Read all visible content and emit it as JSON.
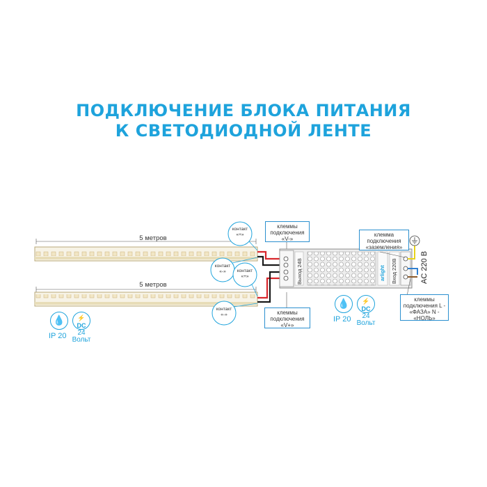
{
  "title": {
    "line1": "ПОДКЛЮЧЕНИЕ БЛОКА ПИТАНИЯ",
    "line2": "К СВЕТОДИОДНОЙ ЛЕНТЕ"
  },
  "strips": {
    "top_length": "5 метров",
    "bottom_length": "5 метров"
  },
  "contacts": {
    "c1_line1": "контакт",
    "c1_line2": "«+»",
    "c2_line1": "контакт",
    "c2_line2": "«-»",
    "c3_line1": "контакт",
    "c3_line2": "«+»",
    "c4_line1": "контакт",
    "c4_line2": "«-»"
  },
  "terminals": {
    "v_minus": "клеммы подключения «V-»",
    "v_plus": "клеммы подключения «V+»",
    "ground": "клемма подключения «заземления»",
    "mains": "клеммы подключения L - «ФАЗА» N - «НОЛЬ»"
  },
  "psu": {
    "brand": "arlight",
    "output_label": "Выход 24В",
    "input_label": "Вход 220В",
    "ac_label": "AC 220 В"
  },
  "specs_left": {
    "ip": "IP 20",
    "voltage": "24",
    "voltage_unit": "Вольт",
    "dc": "DC"
  },
  "specs_right": {
    "ip": "IP 20",
    "voltage": "24",
    "voltage_unit": "Вольт",
    "dc": "DC"
  },
  "colors": {
    "accent": "#1ea3dc",
    "wire_red": "#d8262c",
    "wire_black": "#1a1a1a",
    "ground_wire": "#e8d21a",
    "frame": "#2a8fcf"
  },
  "icons": [
    "water-drop-icon",
    "dc-lightning-icon",
    "ground-icon"
  ]
}
